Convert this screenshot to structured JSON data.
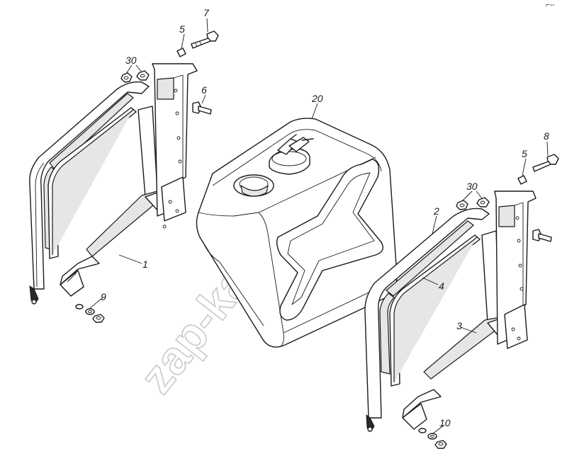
{
  "diagram": {
    "watermark": "zap-kamaz.ru",
    "corner_mark": "⌐--",
    "callouts": {
      "c1": "1",
      "c2": "2",
      "c3": "3",
      "c4": "4",
      "c5a": "5",
      "c5b": "5",
      "c6": "6",
      "c7": "7",
      "c8": "8",
      "c9": "9",
      "c10": "10",
      "c20": "20",
      "c30a": "30",
      "c30b": "30"
    }
  }
}
